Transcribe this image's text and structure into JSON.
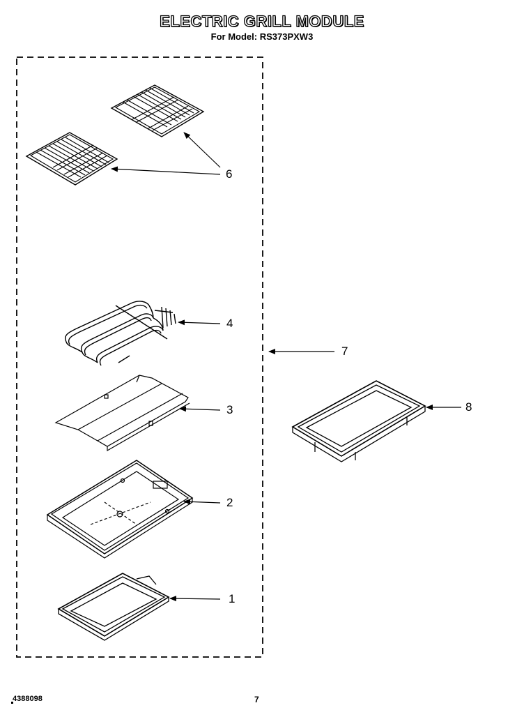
{
  "header": {
    "title": "ELECTRIC GRILL MODULE",
    "model": "For Model: RS373PXW3"
  },
  "callouts": [
    {
      "id": "6",
      "label": "6"
    },
    {
      "id": "4",
      "label": "4"
    },
    {
      "id": "7",
      "label": "7"
    },
    {
      "id": "3",
      "label": "3"
    },
    {
      "id": "8",
      "label": "8"
    },
    {
      "id": "2",
      "label": "2"
    },
    {
      "id": "1",
      "label": "1"
    }
  ],
  "parts": [
    {
      "callout": "6",
      "icon": "grill-grate-icon"
    },
    {
      "callout": "4",
      "icon": "heating-element-icon"
    },
    {
      "callout": "3",
      "icon": "reflector-pan-icon"
    },
    {
      "callout": "2",
      "icon": "grill-basin-icon"
    },
    {
      "callout": "1",
      "icon": "drip-tray-icon"
    },
    {
      "callout": "7",
      "icon": "module-kit-outline"
    },
    {
      "callout": "8",
      "icon": "grill-cover-icon"
    }
  ],
  "footer": {
    "part_number": "4388098",
    "page": "7"
  }
}
